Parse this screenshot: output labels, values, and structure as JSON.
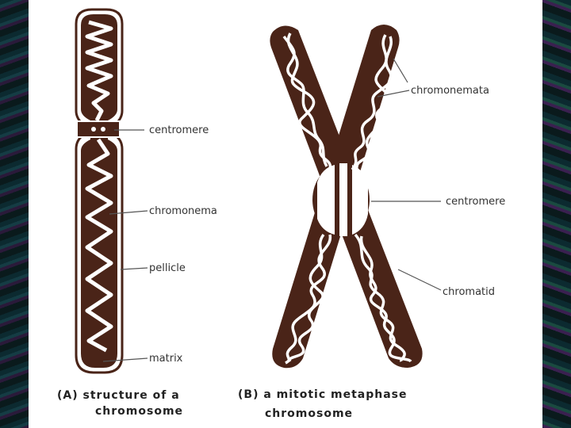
{
  "diagram_a": {
    "labels": {
      "centromere": "centromere",
      "chromonema": "chromonema",
      "pellicle": "pellicle",
      "matrix": "matrix"
    },
    "caption_line1": "(A) structure of a",
    "caption_line2": "chromosome"
  },
  "diagram_b": {
    "labels": {
      "chromonemata": "chromonemata",
      "centromere": "centromere",
      "chromatid": "chromatid"
    },
    "caption_line1": "(B) a mitotic metaphase",
    "caption_line2": "chromosome"
  },
  "colors": {
    "chromosome_fill": "#4a2418",
    "strand": "#ffffff",
    "background": "#0a1a1c"
  }
}
